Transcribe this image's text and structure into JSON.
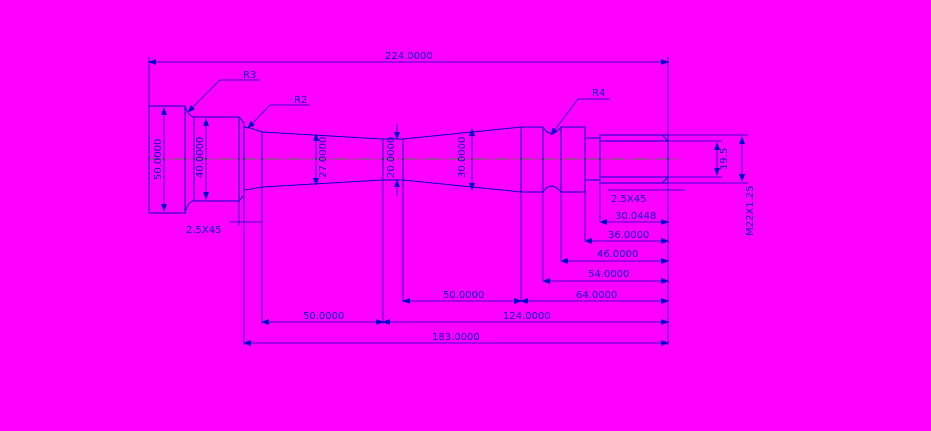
{
  "drawing": {
    "background": "#ff00ff",
    "line_color": "#0000cc",
    "centerline_color": "#00aa00",
    "labels": {
      "overall_length": "224.0000",
      "radius_left": "R3",
      "radius_mid": "R2",
      "radius_right": "R4",
      "dia_50": "50.0000",
      "dia_40": "40.0000",
      "dia_27": "27.0000",
      "dia_20": "20.0000",
      "dia_30": "30.0000",
      "thread_dia": "19.5",
      "thread_spec": "M22X1.25",
      "chamfer_left": "2.5X45",
      "chamfer_right": "2.5X45",
      "len_30_0448": "30.0448",
      "len_36": "36.0000",
      "len_46": "46.0000",
      "len_54": "54.0000",
      "len_64": "64.0000",
      "len_50_upper": "50.0000",
      "len_50_lower": "50.0000",
      "len_124": "124.0000",
      "len_183": "183.0000"
    }
  }
}
